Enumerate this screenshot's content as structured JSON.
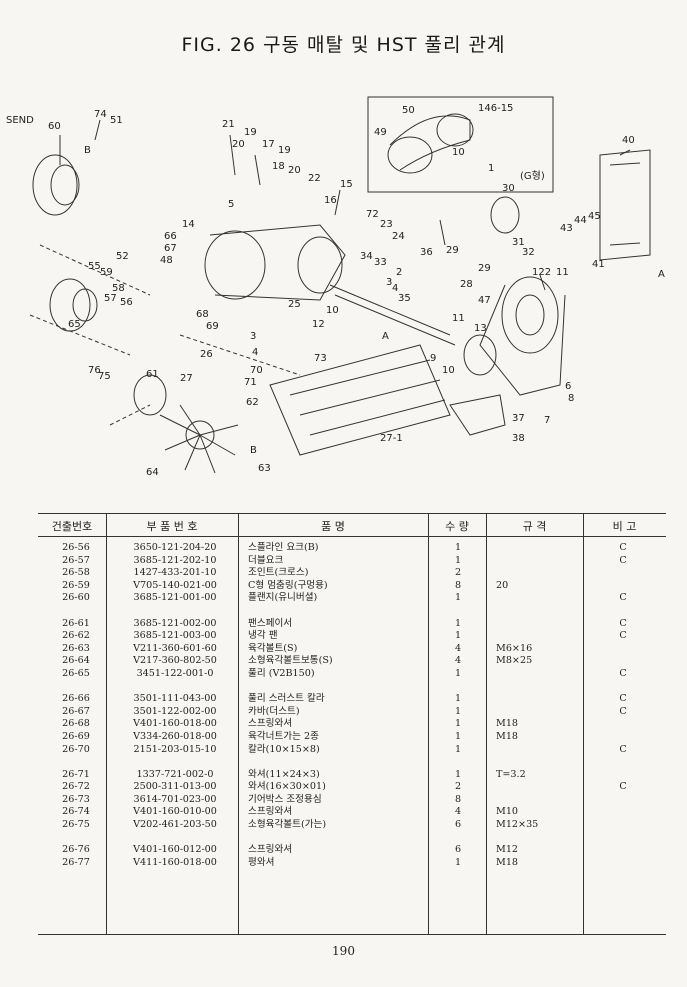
{
  "title": "FIG. 26 구동 매탈 및 HST 풀리 관계",
  "diagram": {
    "callouts": [
      "50",
      "146-15",
      "49",
      "10",
      "1",
      "74",
      "51",
      "60",
      "B",
      "21",
      "19",
      "20",
      "17",
      "19",
      "18",
      "20",
      "22",
      "16",
      "15",
      "14",
      "5",
      "66",
      "67",
      "48",
      "72",
      "23",
      "24",
      "33",
      "34",
      "2",
      "3",
      "36",
      "35",
      "4",
      "55",
      "59",
      "52",
      "57",
      "56",
      "58",
      "65",
      "68",
      "69",
      "25",
      "12",
      "10",
      "26",
      "3",
      "4",
      "73",
      "A",
      "76",
      "75",
      "61",
      "27",
      "70",
      "71",
      "62",
      "B",
      "63",
      "64",
      "27-1",
      "40",
      "30",
      "43",
      "44",
      "45",
      "41",
      "A",
      "32",
      "31",
      "29",
      "28",
      "122",
      "11",
      "47",
      "11",
      "13",
      "9",
      "10",
      "6",
      "8",
      "7",
      "37",
      "38",
      "(G형)",
      "SEND"
    ]
  },
  "table": {
    "headers": {
      "no": "건출번호",
      "part": "부 품 번 호",
      "name": "품 명",
      "qty": "수 량",
      "spec": "규 격",
      "remark": "비 고"
    },
    "groups": [
      [
        {
          "no": "26-56",
          "part": "3650-121-204-20",
          "name": "스플라인 요크(B)",
          "qty": "1",
          "spec": "",
          "remark": "C"
        },
        {
          "no": "26-57",
          "part": "3685-121-202-10",
          "name": "더블요크",
          "qty": "1",
          "spec": "",
          "remark": "C"
        },
        {
          "no": "26-58",
          "part": "1427-433-201-10",
          "name": "조인트(크로스)",
          "qty": "2",
          "spec": "",
          "remark": ""
        },
        {
          "no": "26-59",
          "part": "V705-140-021-00",
          "name": "C형 멈춤링(구멍용)",
          "qty": "8",
          "spec": "20",
          "remark": ""
        },
        {
          "no": "26-60",
          "part": "3685-121-001-00",
          "name": "플랜지(유니버셜)",
          "qty": "1",
          "spec": "",
          "remark": "C"
        }
      ],
      [
        {
          "no": "26-61",
          "part": "3685-121-002-00",
          "name": "팬스페이서",
          "qty": "1",
          "spec": "",
          "remark": "C"
        },
        {
          "no": "26-62",
          "part": "3685-121-003-00",
          "name": "냉각 팬",
          "qty": "1",
          "spec": "",
          "remark": "C"
        },
        {
          "no": "26-63",
          "part": "V211-360-601-60",
          "name": "육각볼트(S)",
          "qty": "4",
          "spec": "M6×16",
          "remark": ""
        },
        {
          "no": "26-64",
          "part": "V217-360-802-50",
          "name": "소형육각볼트보통(S)",
          "qty": "4",
          "spec": "M8×25",
          "remark": ""
        },
        {
          "no": "26-65",
          "part": "3451-122-001-0",
          "name": "풀리 (V2B150)",
          "qty": "1",
          "spec": "",
          "remark": "C"
        }
      ],
      [
        {
          "no": "26-66",
          "part": "3501-111-043-00",
          "name": "풀리 스러스트 칼라",
          "qty": "1",
          "spec": "",
          "remark": "C"
        },
        {
          "no": "26-67",
          "part": "3501-122-002-00",
          "name": "카바(더스트)",
          "qty": "1",
          "spec": "",
          "remark": "C"
        },
        {
          "no": "26-68",
          "part": "V401-160-018-00",
          "name": "스프링와셔",
          "qty": "1",
          "spec": "M18",
          "remark": ""
        },
        {
          "no": "26-69",
          "part": "V334-260-018-00",
          "name": "육각너트가는 2종",
          "qty": "1",
          "spec": "M18",
          "remark": ""
        },
        {
          "no": "26-70",
          "part": "2151-203-015-10",
          "name": "칼라(10×15×8)",
          "qty": "1",
          "spec": "",
          "remark": "C"
        }
      ],
      [
        {
          "no": "26-71",
          "part": "1337-721-002-0",
          "name": "와셔(11×24×3)",
          "qty": "1",
          "spec": "T=3.2",
          "remark": ""
        },
        {
          "no": "26-72",
          "part": "2500-311-013-00",
          "name": "와셔(16×30×01)",
          "qty": "2",
          "spec": "",
          "remark": "C"
        },
        {
          "no": "26-73",
          "part": "3614-701-023-00",
          "name": "기어박스 조정용심",
          "qty": "8",
          "spec": "",
          "remark": ""
        },
        {
          "no": "26-74",
          "part": "V401-160-010-00",
          "name": "스프링와셔",
          "qty": "4",
          "spec": "M10",
          "remark": ""
        },
        {
          "no": "26-75",
          "part": "V202-461-203-50",
          "name": "소형육각볼트(가는)",
          "qty": "6",
          "spec": "M12×35",
          "remark": ""
        }
      ],
      [
        {
          "no": "26-76",
          "part": "V401-160-012-00",
          "name": "스프링와셔",
          "qty": "6",
          "spec": "M12",
          "remark": ""
        },
        {
          "no": "26-77",
          "part": "V411-160-018-00",
          "name": "평와셔",
          "qty": "1",
          "spec": "M18",
          "remark": ""
        }
      ]
    ]
  },
  "page_number": "190"
}
